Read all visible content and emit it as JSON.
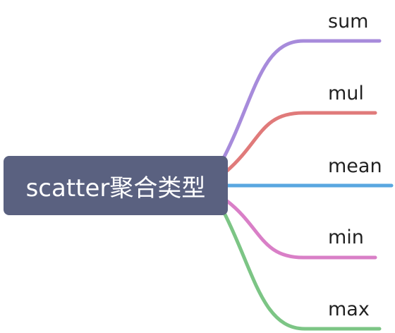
{
  "diagram": {
    "root_label": "scatter聚合类型",
    "root_color": "#5a6180",
    "branches": [
      {
        "label": "sum",
        "color": "#a78bdb"
      },
      {
        "label": "mul",
        "color": "#e07a7a"
      },
      {
        "label": "mean",
        "color": "#5aa7e0"
      },
      {
        "label": "min",
        "color": "#d97fc7"
      },
      {
        "label": "max",
        "color": "#7cc585"
      }
    ]
  }
}
